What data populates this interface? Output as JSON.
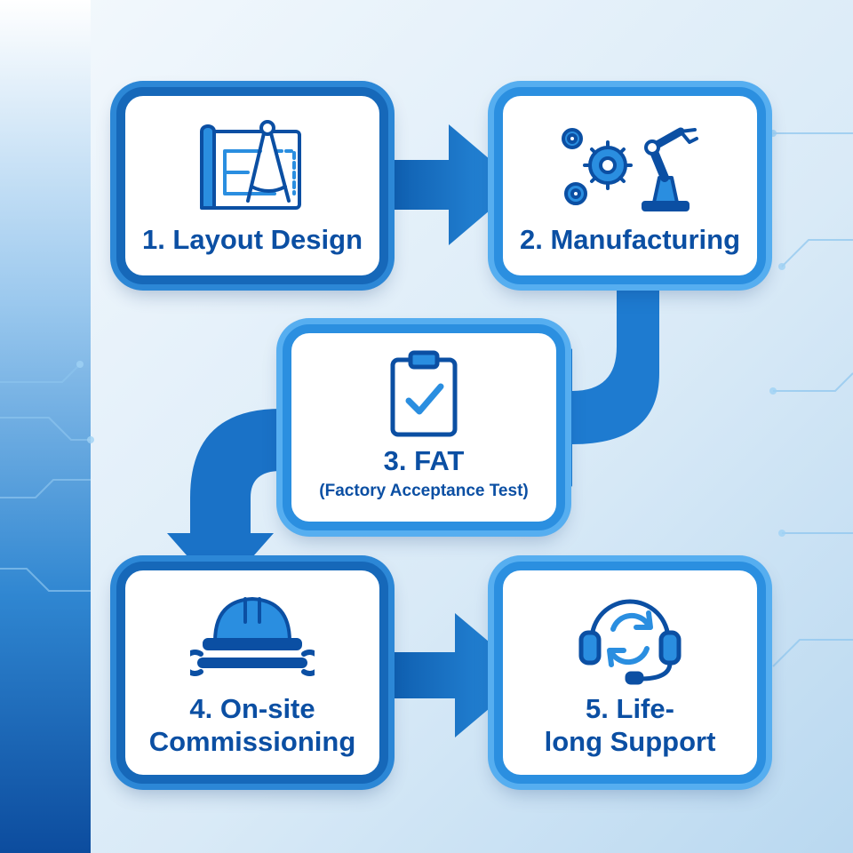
{
  "colors": {
    "primary": "#1668b9",
    "accent": "#2b8fe0",
    "text": "#0b4fa3",
    "background": "#eef5fb"
  },
  "steps": [
    {
      "label_lines": [
        "1. Layout Design"
      ],
      "icon": "blueprint-compass-icon"
    },
    {
      "label_lines": [
        "2. Manufacturing"
      ],
      "icon": "gears-robot-arm-icon"
    },
    {
      "label_lines": [
        "3. FAT"
      ],
      "sublabel": "(Factory Acceptance Test)",
      "icon": "clipboard-check-icon"
    },
    {
      "label_lines": [
        "4. On-site",
        "Commissioning"
      ],
      "icon": "hardhat-wrench-icon"
    },
    {
      "label_lines": [
        "5. Life-",
        "long Support"
      ],
      "icon": "headset-refresh-icon"
    }
  ]
}
